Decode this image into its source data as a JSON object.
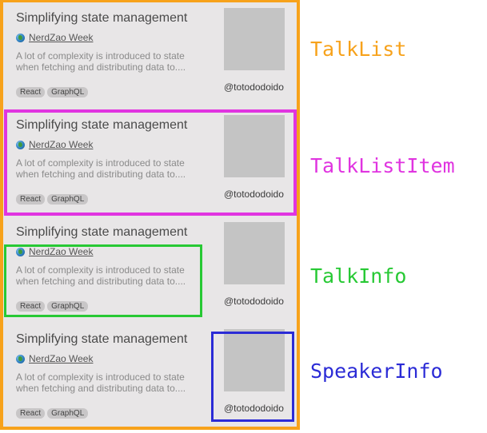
{
  "talks": [
    {
      "title": "Simplifying state management",
      "event": "NerdZao Week",
      "desc_line1": "A lot of complexity is introduced to state",
      "desc_line2": "when fetching and distributing data to....",
      "tags": [
        "React",
        "GraphQL"
      ],
      "speaker": "@totododoido"
    },
    {
      "title": "Simplifying state management",
      "event": "NerdZao Week",
      "desc_line1": "A lot of complexity is introduced to state",
      "desc_line2": "when fetching and distributing data to....",
      "tags": [
        "React",
        "GraphQL"
      ],
      "speaker": "@totododoido"
    },
    {
      "title": "Simplifying state management",
      "event": "NerdZao Week",
      "desc_line1": "A lot of complexity is introduced to state",
      "desc_line2": "when fetching and distributing data to....",
      "tags": [
        "React",
        "GraphQL"
      ],
      "speaker": "@totododoido"
    },
    {
      "title": "Simplifying state management",
      "event": "NerdZao Week",
      "desc_line1": "A lot of complexity is introduced to state",
      "desc_line2": "when fetching and distributing data to....",
      "tags": [
        "React",
        "GraphQL"
      ],
      "speaker": "@totododoido"
    }
  ],
  "labels": {
    "talk_list": "TalkList",
    "talk_list_item": "TalkListItem",
    "talk_info": "TalkInfo",
    "speaker_info": "SpeakerInfo"
  },
  "colors": {
    "talk_list": "#f7a21b",
    "talk_list_item": "#e034e0",
    "talk_info": "#27c934",
    "speaker_info": "#2b2bd6"
  }
}
